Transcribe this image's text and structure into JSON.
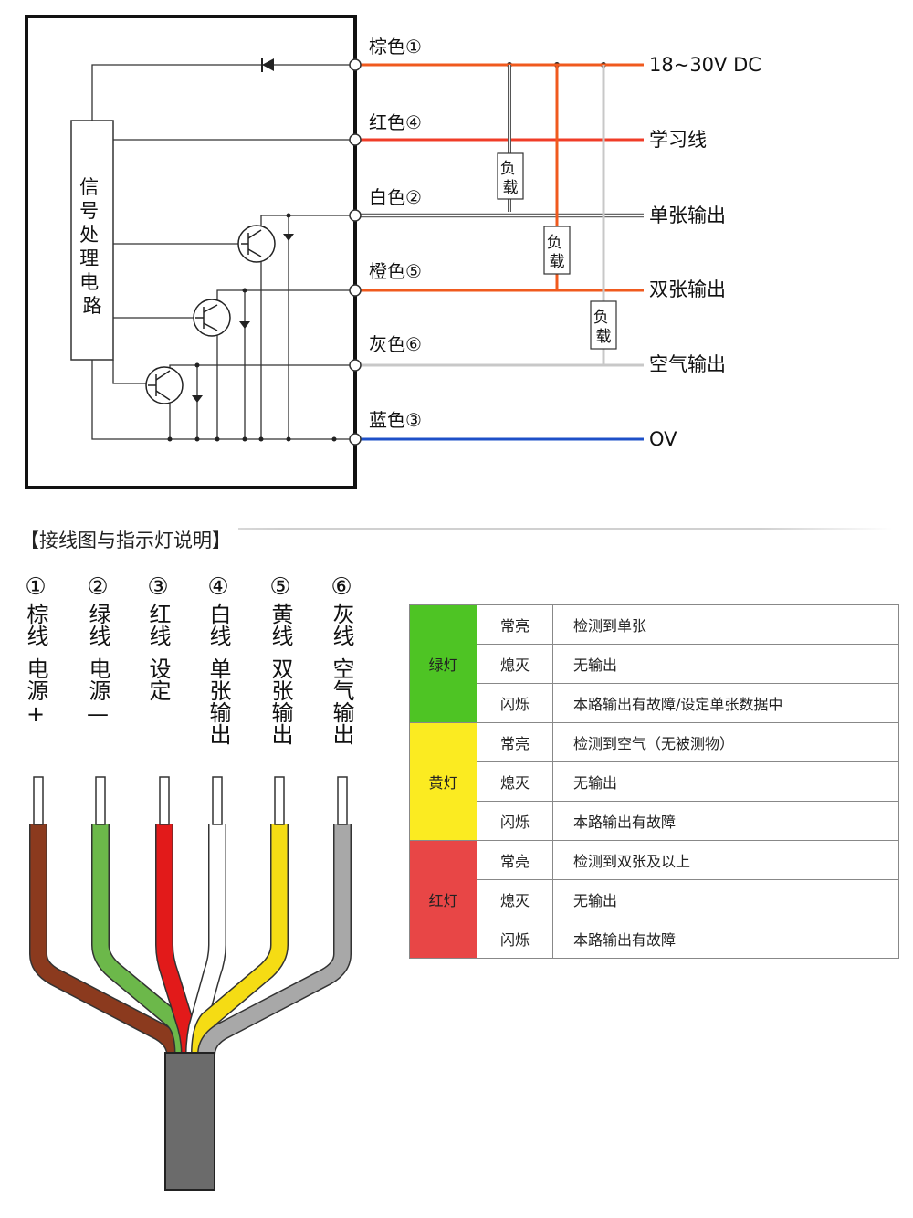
{
  "circuit": {
    "block_label": "信号处理电路",
    "load_label": "负载",
    "terminals": [
      {
        "label": "棕色①",
        "function": "18~30V DC",
        "color": "#f05a1e"
      },
      {
        "label": "红色④",
        "function": "学习线",
        "color": "#f03c28"
      },
      {
        "label": "白色②",
        "function": "单张输出",
        "color": "#ffffff"
      },
      {
        "label": "橙色⑤",
        "function": "双张输出",
        "color": "#f05a1e"
      },
      {
        "label": "灰色⑥",
        "function": "空气输出",
        "color": "#c8c8c8"
      },
      {
        "label": "蓝色③",
        "function": "OV",
        "color": "#1e50c8"
      }
    ]
  },
  "section_title": "【接线图与指示灯说明】",
  "wires": [
    {
      "num": "①",
      "name": "棕线",
      "func": "电源+",
      "color": "#8b3a1e"
    },
    {
      "num": "②",
      "name": "绿线",
      "func": "电源—",
      "color": "#6cb84a"
    },
    {
      "num": "③",
      "name": "红线",
      "func": "设定",
      "color": "#e21a1a"
    },
    {
      "num": "④",
      "name": "白线",
      "func": "单张输出",
      "color": "#ffffff"
    },
    {
      "num": "⑤",
      "name": "黄线",
      "func": "双张输出",
      "color": "#f5dc14"
    },
    {
      "num": "⑥",
      "name": "灰线",
      "func": "空气输出",
      "color": "#a8a8a8"
    }
  ],
  "indicator_table": [
    {
      "led": "绿灯",
      "color": "#4ec424",
      "rows": [
        {
          "state": "常亮",
          "desc": "检测到单张"
        },
        {
          "state": "熄灭",
          "desc": "无输出"
        },
        {
          "state": "闪烁",
          "desc": "本路输出有故障/设定单张数据中"
        }
      ]
    },
    {
      "led": "黄灯",
      "color": "#fbeb21",
      "rows": [
        {
          "state": "常亮",
          "desc": "检测到空气（无被测物）"
        },
        {
          "state": "熄灭",
          "desc": "无输出"
        },
        {
          "state": "闪烁",
          "desc": "本路输出有故障"
        }
      ]
    },
    {
      "led": "红灯",
      "color": "#e84646",
      "rows": [
        {
          "state": "常亮",
          "desc": "检测到双张及以上"
        },
        {
          "state": "熄灭",
          "desc": "无输出"
        },
        {
          "state": "闪烁",
          "desc": "本路输出有故障"
        }
      ]
    }
  ]
}
